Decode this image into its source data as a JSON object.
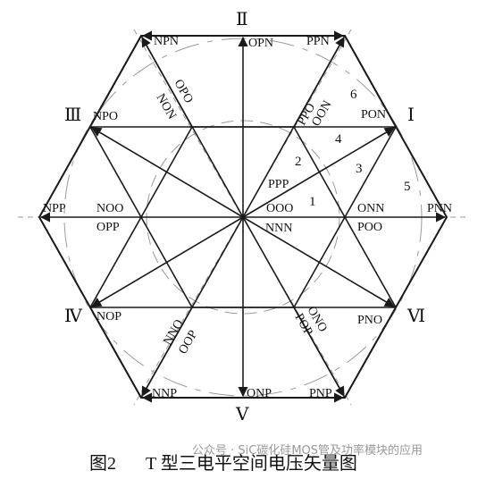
{
  "colors": {
    "line": "#1a1a1a",
    "dashed": "#9a9a9a",
    "text": "#111111",
    "watermark": "#9a9a9a"
  },
  "regions": {
    "I": "Ⅰ",
    "II": "Ⅱ",
    "III": "Ⅲ",
    "IV": "Ⅳ",
    "V": "Ⅴ",
    "VI": "Ⅵ"
  },
  "vectors": {
    "pnn": "PNN",
    "ppn": "PPN",
    "npn": "NPN",
    "npp": "NPP",
    "nnp": "NNP",
    "pnp": "PNP",
    "pon": "PON",
    "opn": "OPN",
    "npo": "NPO",
    "nop": "NOP",
    "onp": "ONP",
    "pno": "PNO",
    "ppo": "PPO",
    "oon": "OON",
    "non": "NON",
    "opo": "OPO",
    "noo": "NOO",
    "opp": "OPP",
    "nno": "NNO",
    "oop": "OOP",
    "ono": "ONO",
    "pop": "POP",
    "onn": "ONN",
    "poo": "POO",
    "ppp": "PPP",
    "ooo": "OOO",
    "nnn": "NNN"
  },
  "sectors": [
    "1",
    "2",
    "3",
    "4",
    "5",
    "6"
  ],
  "caption": {
    "figure": "图2",
    "title": "T 型三电平空间电压矢量图"
  },
  "watermark": "公众号 · SiC碳化硅MOS管及功率模块的应用"
}
